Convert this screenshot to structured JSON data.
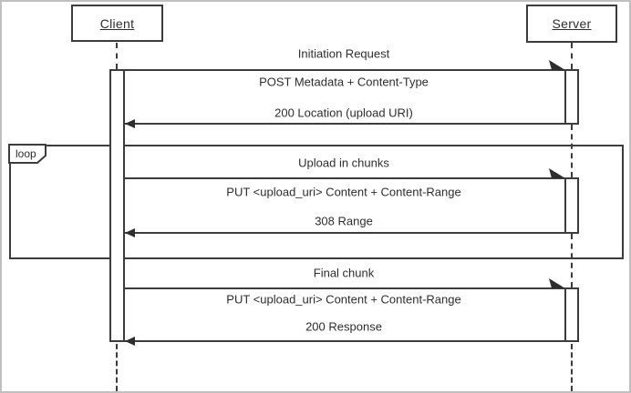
{
  "actors": {
    "client": "Client",
    "server": "Server"
  },
  "loop": {
    "operator": "loop"
  },
  "sections": [
    {
      "title": "Initiation Request",
      "request": "POST Metadata + Content-Type",
      "response": "200 Location (upload URI)"
    },
    {
      "title": "Upload in chunks",
      "request": "PUT <upload_uri> Content + Content-Range",
      "response": "308 Range"
    },
    {
      "title": "Final chunk",
      "request": "PUT <upload_uri> Content + Content-Range",
      "response": "200 Response"
    }
  ],
  "icons": {
    "request_arrowhead": "filled right-pointing dart at server activation corner",
    "response_arrowhead": "filled left-pointing triangle at client activation edge"
  },
  "colors": {
    "diagram_line": "#3c3c3c",
    "text": "#2d2d2d",
    "background": "#ffffff",
    "outer_frame": "#c0c0c0"
  }
}
